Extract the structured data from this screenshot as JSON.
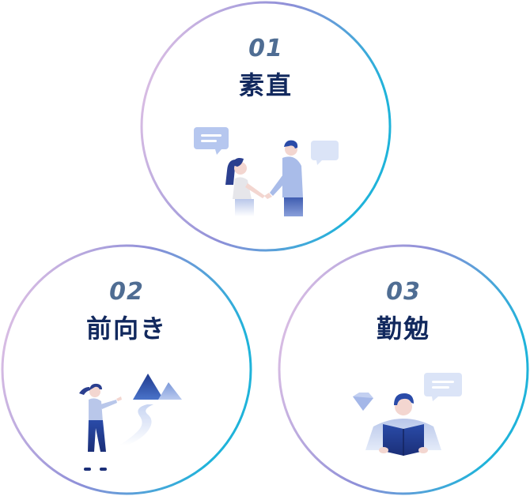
{
  "values": [
    {
      "number": "01",
      "title": "素直",
      "illustration": "handshake-illustration"
    },
    {
      "number": "02",
      "title": "前向き",
      "illustration": "mountain-path-illustration"
    },
    {
      "number": "03",
      "title": "勤勉",
      "illustration": "reading-student-illustration"
    }
  ],
  "colors": {
    "ring_start": "#e7bde3",
    "ring_mid": "#8f8fd6",
    "ring_end": "#1fb5d9",
    "heading_blue": "#12295e",
    "number_blue": "#4f6d93"
  }
}
